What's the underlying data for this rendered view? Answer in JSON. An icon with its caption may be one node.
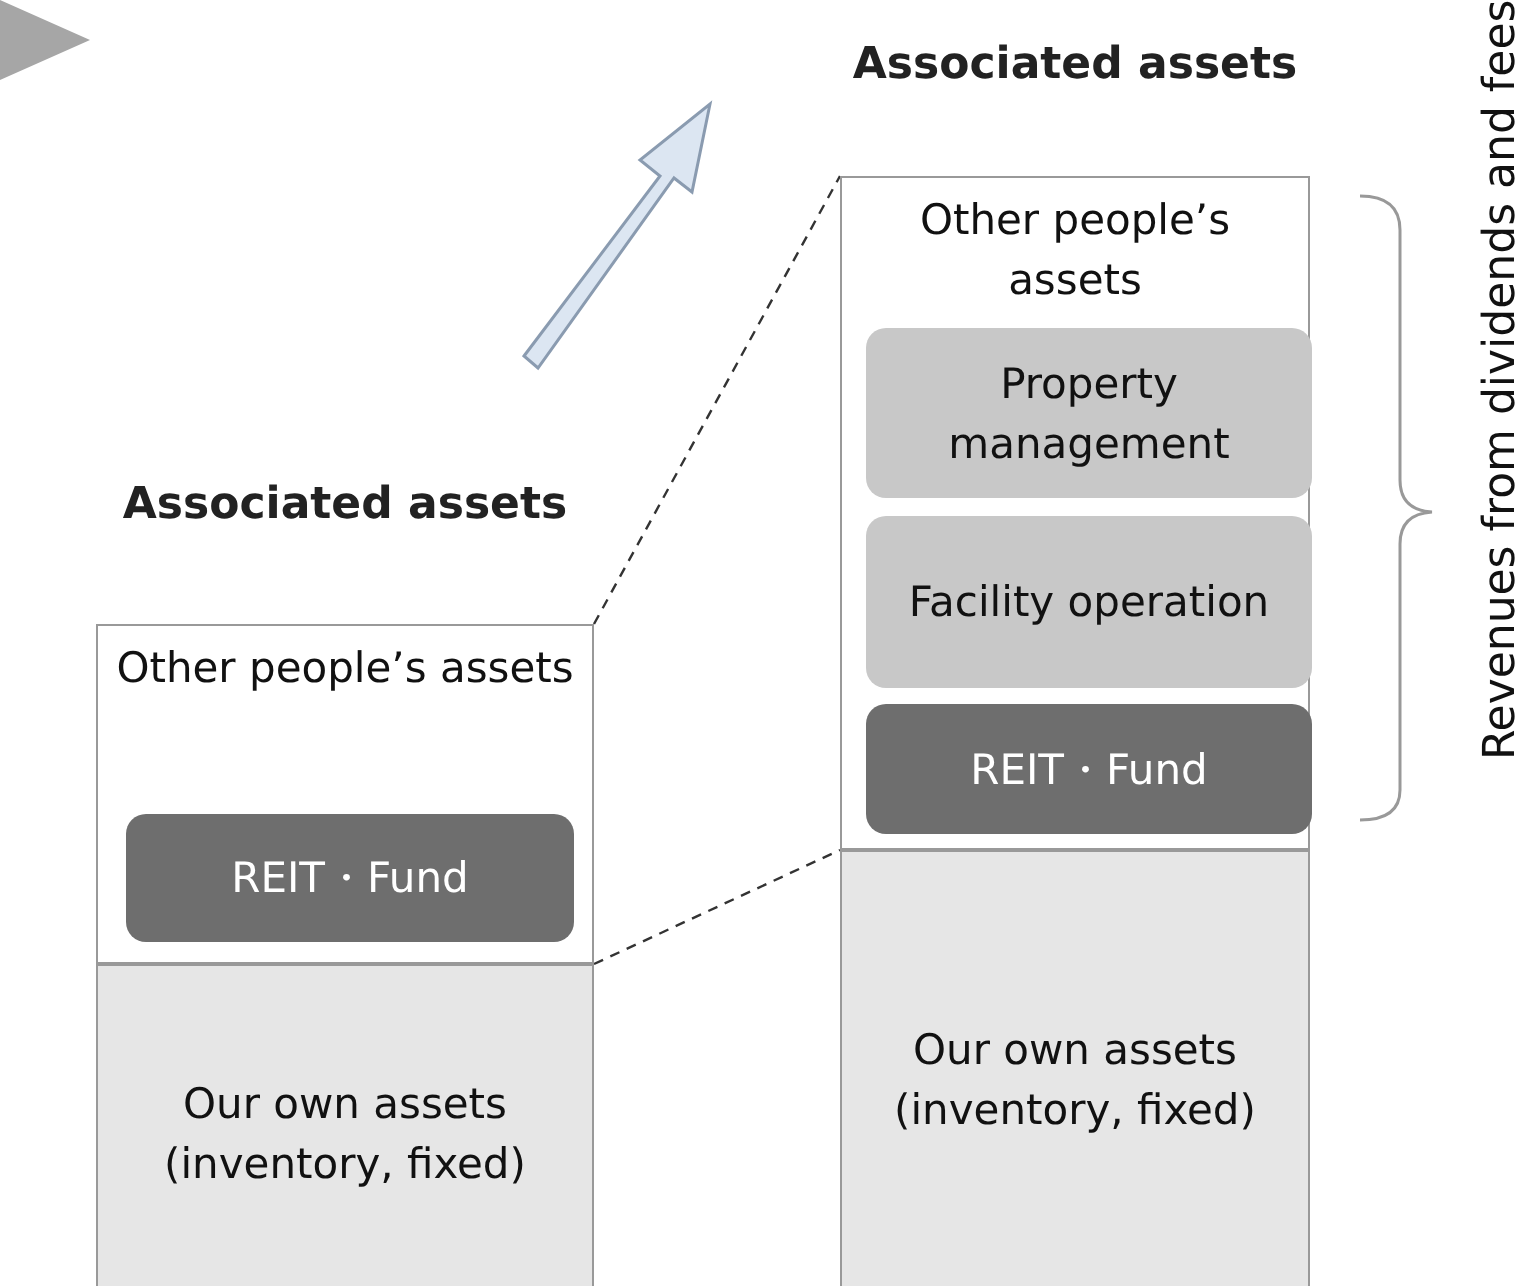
{
  "diagram": {
    "nodes": [
      {
        "text": [
          "Associated assets",
          "Other people’s assets"
        ]
      },
      {
        "text": [
          "REIT・Fund"
        ],
        "in": 0
      },
      {
        "text": [
          "Our own assets (inventory, fixed)"
        ]
      },
      {
        "text": [
          "Associated assets",
          "Other people’s assets"
        ]
      },
      {
        "text": [
          "Property management"
        ],
        "in": 3
      },
      {
        "text": [
          "Facility operation"
        ],
        "in": 3
      },
      {
        "text": [
          "REIT・Fund"
        ],
        "in": 3
      },
      {
        "text": [
          "Our own assets (inventory, fixed)"
        ]
      }
    ],
    "edges": [
      {
        "from": 0,
        "to": 3,
        "arrow": "none",
        "style": "dashed"
      },
      {
        "from": 0,
        "to": 7,
        "arrow": "none",
        "style": "dashed"
      }
    ],
    "labels": [
      "Revenues from dividends and fees"
    ]
  }
}
